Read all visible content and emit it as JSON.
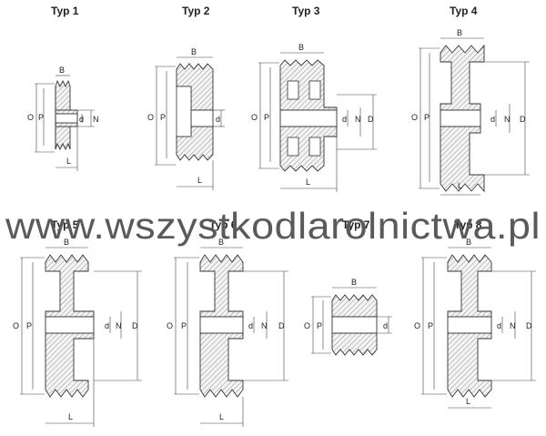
{
  "watermark": "www.wszystkodlarolnictwa.pl",
  "diagrams": [
    {
      "title": "Typ 1",
      "labels": {
        "O": "O",
        "P": "P",
        "B": "B",
        "d": "d",
        "N": "N",
        "L": "L"
      }
    },
    {
      "title": "Typ 2",
      "labels": {
        "O": "O",
        "P": "P",
        "B": "B",
        "d": "d",
        "L": "L"
      }
    },
    {
      "title": "Typ 3",
      "labels": {
        "O": "O",
        "P": "P",
        "B": "B",
        "d": "d",
        "N": "N",
        "D": "D",
        "L": "L"
      }
    },
    {
      "title": "Typ 4",
      "labels": {
        "O": "O",
        "P": "P",
        "B": "B",
        "d": "d",
        "N": "N",
        "D": "D",
        "L": "L"
      }
    },
    {
      "title": "Typ 5",
      "labels": {
        "O": "O",
        "P": "P",
        "B": "B",
        "d": "d",
        "N": "N",
        "D": "D",
        "L": "L"
      }
    },
    {
      "title": "Typ 6",
      "labels": {
        "O": "O",
        "P": "P",
        "B": "B",
        "d": "d",
        "N": "N",
        "D": "D",
        "L": "L"
      }
    },
    {
      "title": "Typ 7",
      "labels": {
        "O": "O",
        "P": "P",
        "B": "B",
        "d": "d"
      }
    },
    {
      "title": "Typ 8",
      "labels": {
        "O": "O",
        "P": "P",
        "B": "B",
        "d": "d",
        "N": "N",
        "D": "D",
        "L": "L"
      }
    }
  ]
}
